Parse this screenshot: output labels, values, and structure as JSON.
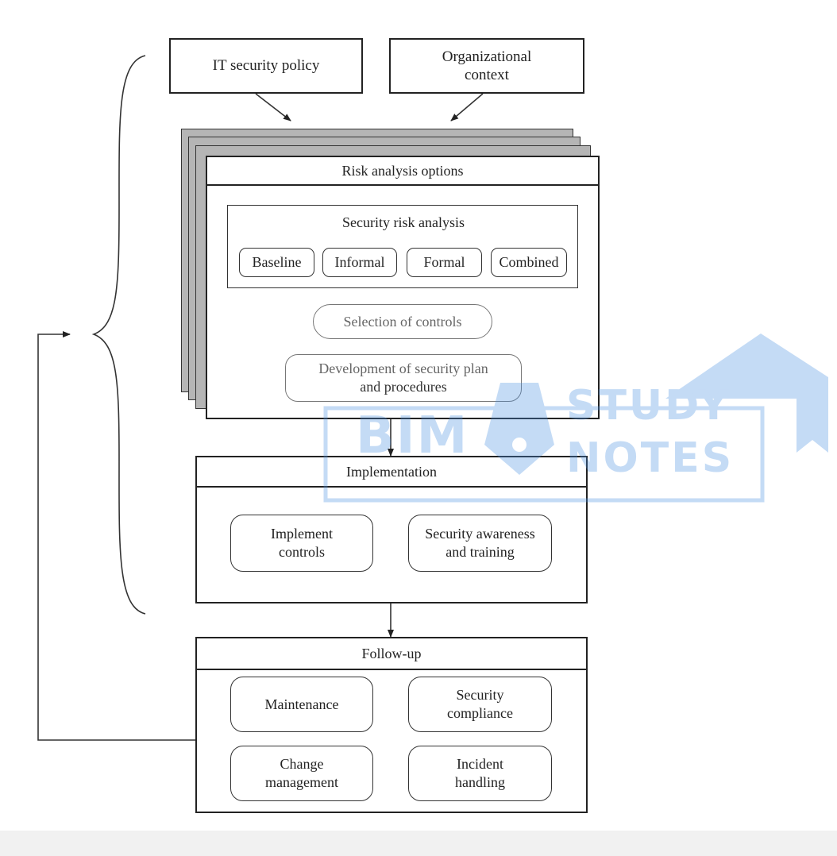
{
  "top": {
    "policy": "IT security policy",
    "context": [
      "Organizational",
      "context"
    ]
  },
  "risk": {
    "title": "Risk analysis options",
    "inner_title": "Security risk analysis",
    "options": [
      "Baseline",
      "Informal",
      "Formal",
      "Combined"
    ],
    "selection": "Selection of controls",
    "plan": [
      "Development of security plan",
      "and procedures"
    ]
  },
  "implementation": {
    "title": "Implementation",
    "items": [
      [
        "Implement",
        "controls"
      ],
      [
        "Security awareness",
        "and training"
      ]
    ]
  },
  "followup": {
    "title": "Follow-up",
    "items": [
      [
        "Maintenance"
      ],
      [
        "Security",
        "compliance"
      ],
      [
        "Change",
        "management"
      ],
      [
        "Incident",
        "handling"
      ]
    ]
  },
  "watermark": {
    "brand": "BIM",
    "line1": "STUDY",
    "line2": "NOTES",
    "color": "#4a90e2"
  }
}
